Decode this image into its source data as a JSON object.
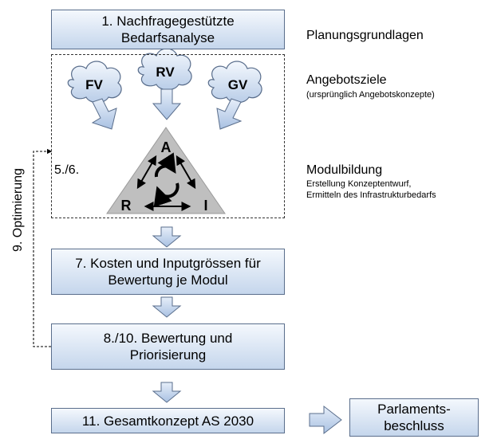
{
  "steps": {
    "step1_line1": "1. Nachfragegestützte",
    "step1_line2": "Bedarfsanalyse",
    "step56": "5./6.",
    "step7_line1": "7. Kosten und Inputgrössen für",
    "step7_line2": "Bewertung je Modul",
    "step810_line1": "8./10. Bewertung und",
    "step810_line2": "Priorisierung",
    "step11": "11. Gesamtkonzept AS 2030",
    "optimierung": "9. Optimierung",
    "parlament_line1": "Parlaments-",
    "parlament_line2": "beschluss"
  },
  "clouds": [
    "FV",
    "RV",
    "GV"
  ],
  "triangle": {
    "top": "A",
    "left": "R",
    "right": "I"
  },
  "side_labels": {
    "planung": "Planungsgrundlagen",
    "angebotsziele": "Angebotsziele",
    "angebotsziele_sub": "(ursprünglich Angebotskonzepte)",
    "modulbildung": "Modulbildung",
    "modulbildung_sub1": "Erstellung Konzeptentwurf,",
    "modulbildung_sub2": "Ermitteln des Infrastrukturbedarfs"
  },
  "colors": {
    "box_fill_top": "#f4f8fd",
    "box_fill_bottom": "#c5d6ec",
    "border": "#5a6e8c",
    "triangle": "#bfbfbf"
  }
}
